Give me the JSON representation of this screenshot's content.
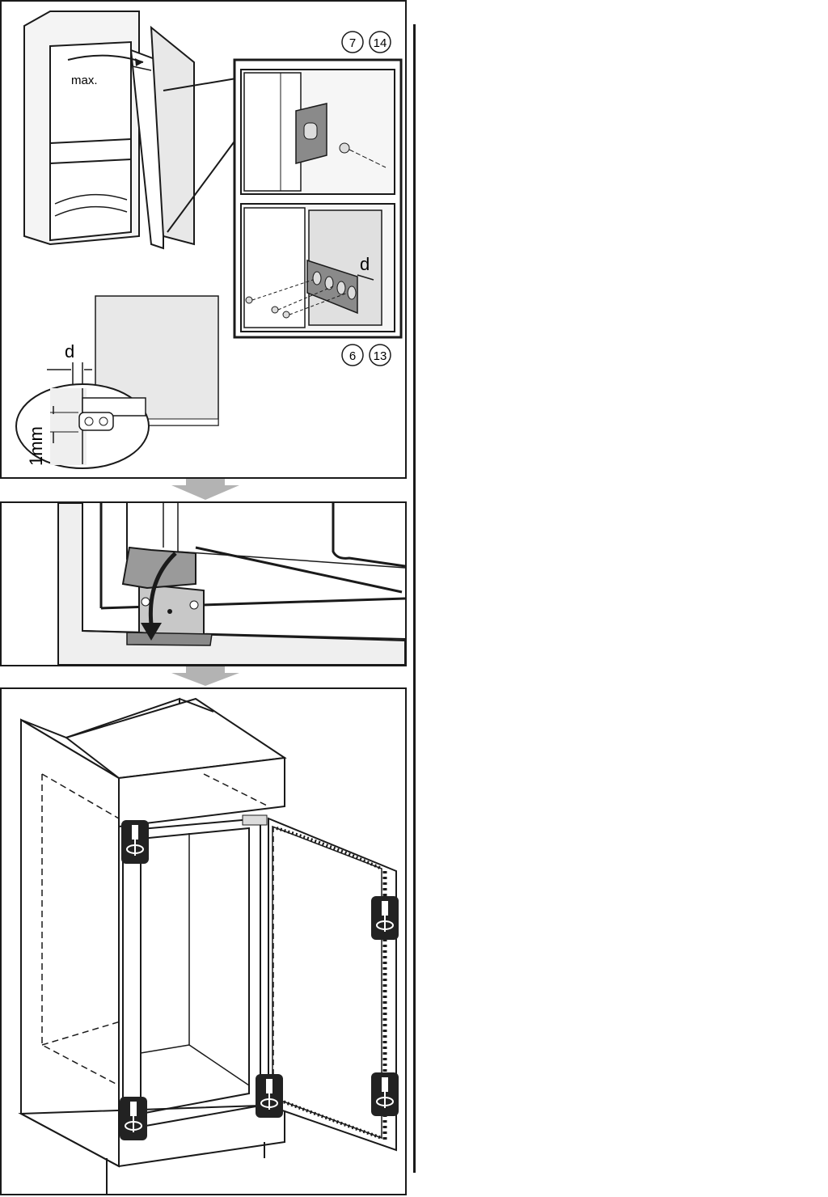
{
  "panel1": {
    "max_label": "max.",
    "step_refs_top": [
      "7",
      "14"
    ],
    "step_refs_bottom": [
      "6",
      "13"
    ],
    "gap_label_detail": "d",
    "gap_label_lower": "d",
    "offset_label": "1mm"
  },
  "icons": {
    "screwdriver_turn": "screwdriver-turn-icon",
    "down_arrow": "down-arrow-icon",
    "hinge_fold_arrow": "fold-arrow-icon"
  },
  "colors": {
    "line": "#1a1a1a",
    "panel_fill": "#e8e8e8",
    "arrow_fill": "#b3b3b3",
    "badge_fill": "#222222"
  }
}
